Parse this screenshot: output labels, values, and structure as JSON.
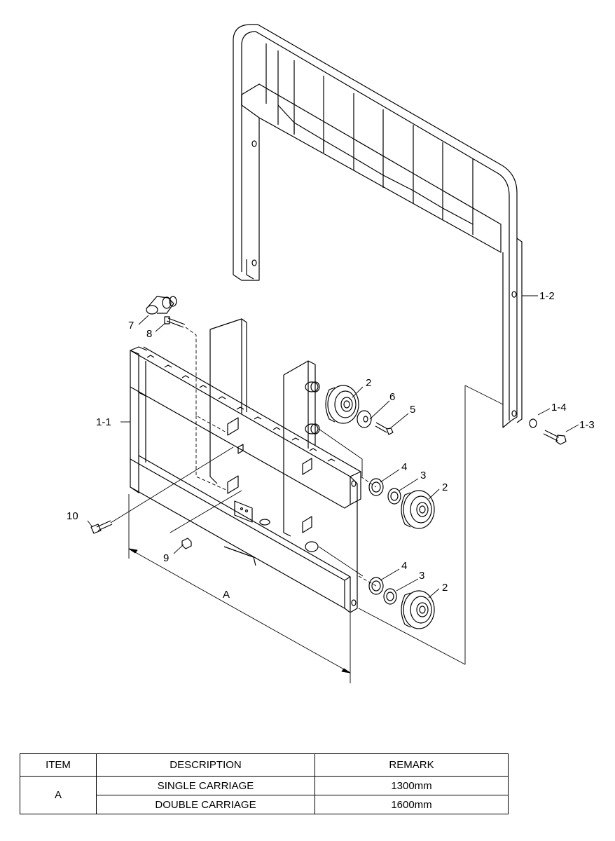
{
  "callouts": {
    "c1_1": "1-1",
    "c1_2": "1-2",
    "c1_3": "1-3",
    "c1_4": "1-4",
    "c2a": "2",
    "c2b": "2",
    "c2c": "2",
    "c3a": "3",
    "c3b": "3",
    "c4a": "4",
    "c4b": "4",
    "c5": "5",
    "c6": "6",
    "c7": "7",
    "c8": "8",
    "c9": "9",
    "c10": "10",
    "dimA": "A"
  },
  "table": {
    "headers": [
      "ITEM",
      "DESCRIPTION",
      "REMARK"
    ],
    "item": "A",
    "rows": [
      {
        "description": "SINGLE CARRIAGE",
        "remark": "1300mm"
      },
      {
        "description": "DOUBLE CARRIAGE",
        "remark": "1600mm"
      }
    ]
  }
}
